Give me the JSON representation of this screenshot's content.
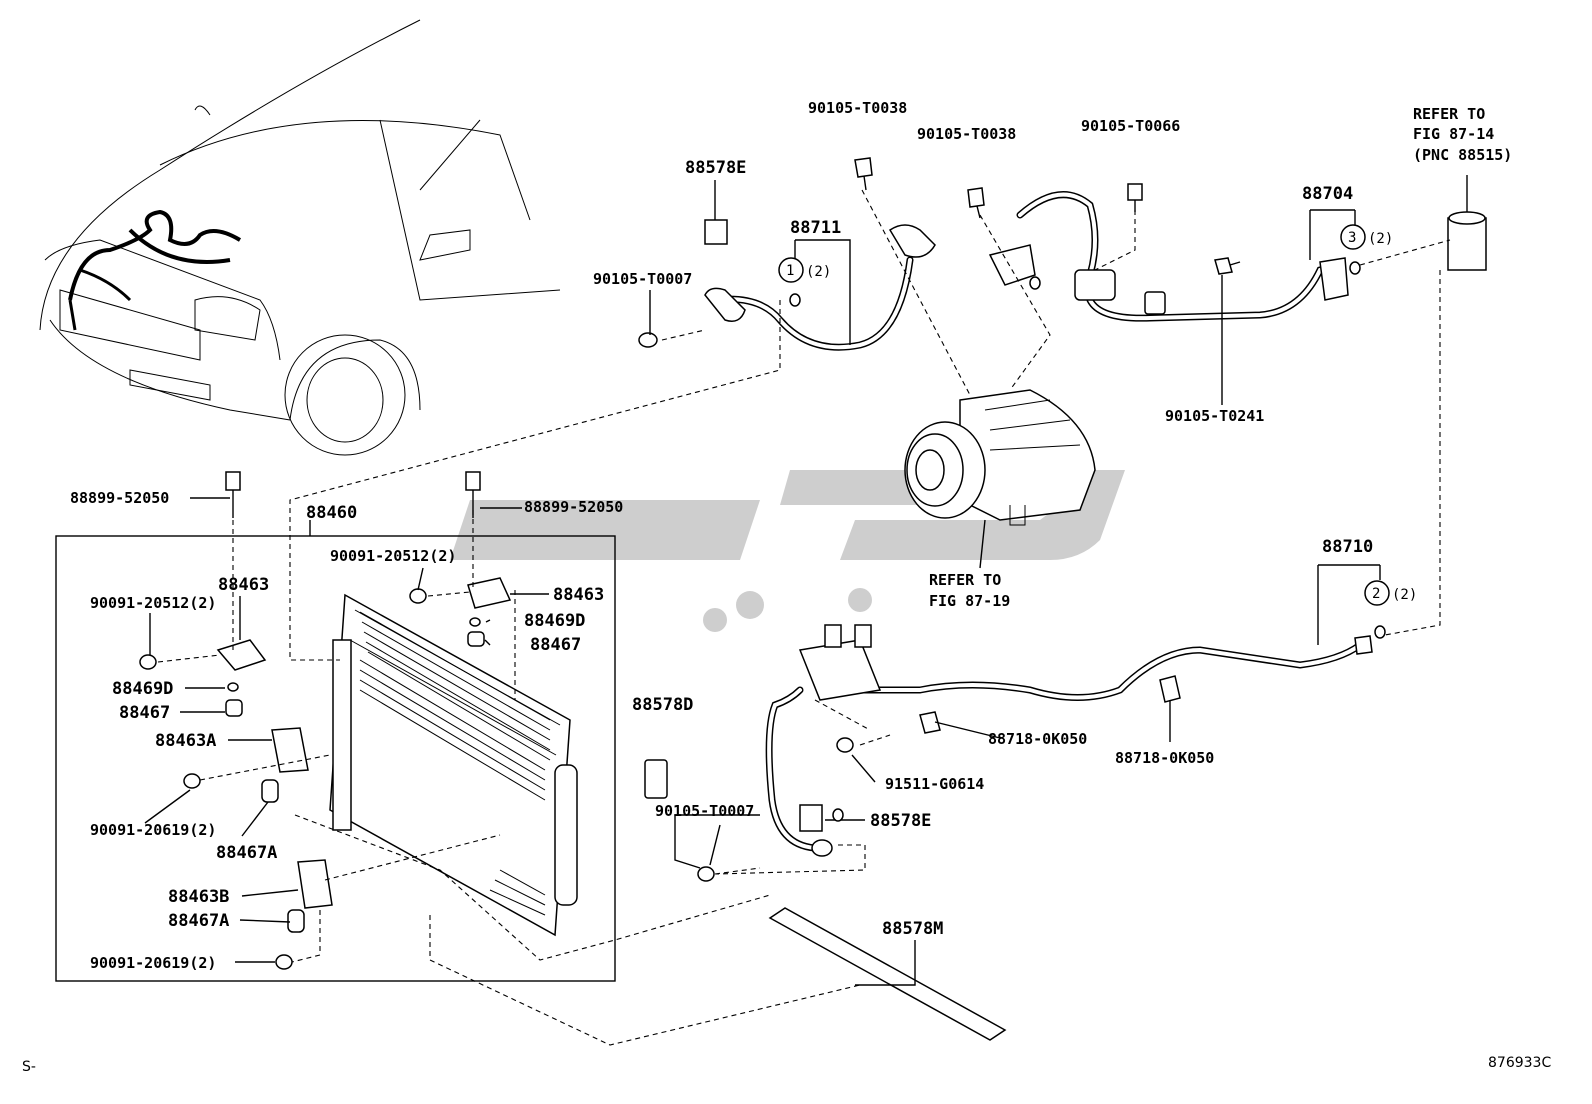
{
  "labels": {
    "p90105_t0038_a": "90105-T0038",
    "p90105_t0038_b": "90105-T0038",
    "p90105_t0066": "90105-T0066",
    "refer_87_14_l1": "REFER TO",
    "refer_87_14_l2": "FIG 87-14",
    "refer_87_14_l3": "(PNC 88515)",
    "p88578e_top": "88578E",
    "p88711": "88711",
    "p88704": "88704",
    "p90105_t0007_top": "90105-T0007",
    "callout1_qty": "(2)",
    "callout3_qty": "(2)",
    "callout1": "1",
    "callout3": "3",
    "callout2": "2",
    "callout2_qty": "(2)",
    "p90105_t0241": "90105-T0241",
    "p88899_left": "88899-52050",
    "p88899_right": "88899-52050",
    "p88460": "88460",
    "p90091_20512_center": "90091-20512(2)",
    "p88463_left": "88463",
    "p88463_right": "88463",
    "p90091_20512_left": "90091-20512(2)",
    "p88469d_right": "88469D",
    "p88467_right": "88467",
    "p88469d_left": "88469D",
    "p88467_left": "88467",
    "p88463a": "88463A",
    "p90091_20619_a": "90091-20619(2)",
    "p88467a_a": "88467A",
    "p88463b": "88463B",
    "p88467a_b": "88467A",
    "p90091_20619_b": "90091-20619(2)",
    "refer_87_19_l1": "REFER TO",
    "refer_87_19_l2": "FIG 87-19",
    "p88710": "88710",
    "p88578d": "88578D",
    "p88718_a": "88718-0K050",
    "p88718_b": "88718-0K050",
    "p91511": "91511-G0614",
    "p90105_t0007_bottom": "90105-T0007",
    "p88578e_bottom": "88578E",
    "p88578m": "88578M",
    "corner_left": "S-",
    "corner_right": "876933C"
  },
  "colors": {
    "line": "#000000",
    "background": "#ffffff",
    "watermark": "#bdbdbd"
  }
}
